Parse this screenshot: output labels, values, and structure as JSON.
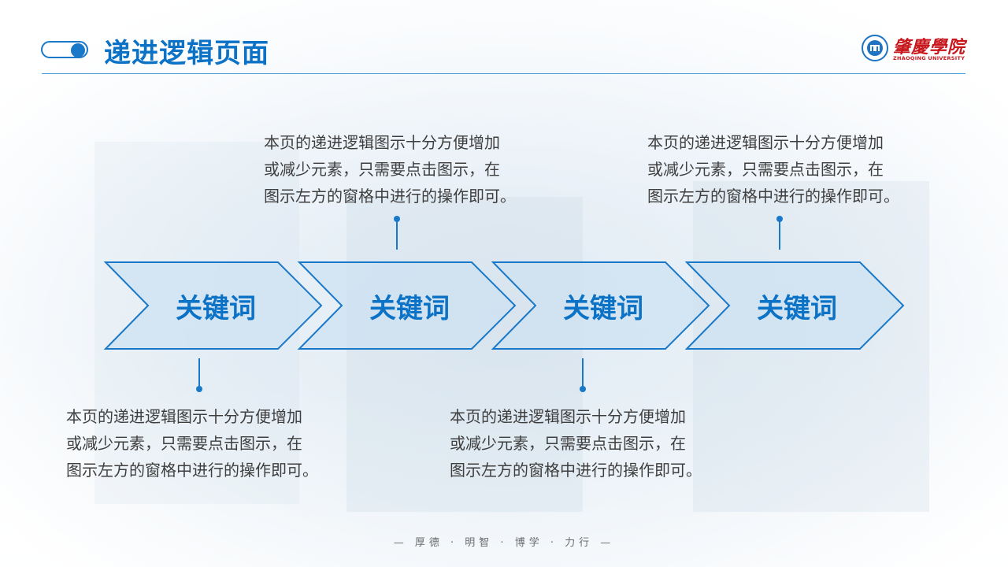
{
  "header": {
    "title": "递进逻辑页面",
    "logo": {
      "name_cn": "肇慶學院",
      "name_en": "ZHAOQING UNIVERSITY"
    }
  },
  "colors": {
    "accent": "#0b72c6",
    "line": "#1a78c8",
    "chevron_fill": "#dcebf6",
    "logo_red": "#c8161d",
    "text": "#3e3e3e"
  },
  "steps": [
    {
      "keyword": "关键词",
      "position": "bottom",
      "lines": [
        "本页的递进逻辑图示十分方便增加",
        "或减少元素，只需要点击图示，在",
        "图示左方的窗格中进行的操作即可。"
      ]
    },
    {
      "keyword": "关键词",
      "position": "top",
      "lines": [
        "本页的递进逻辑图示十分方便增加",
        "或减少元素，只需要点击图示，在",
        "图示左方的窗格中进行的操作即可。"
      ]
    },
    {
      "keyword": "关键词",
      "position": "bottom",
      "lines": [
        "本页的递进逻辑图示十分方便增加",
        "或减少元素，只需要点击图示，在",
        "图示左方的窗格中进行的操作即可。"
      ]
    },
    {
      "keyword": "关键词",
      "position": "top",
      "lines": [
        "本页的递进逻辑图示十分方便增加",
        "或减少元素，只需要点击图示，在",
        "图示左方的窗格中进行的操作即可。"
      ]
    }
  ],
  "footer": {
    "motto": "— 厚德 · 明智 · 博学 · 力行 —"
  }
}
